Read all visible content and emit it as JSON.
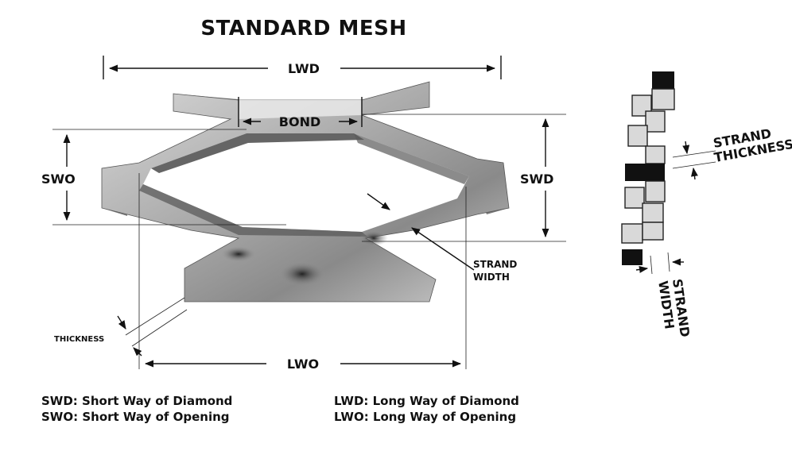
{
  "title": "STANDARD MESH",
  "labels": {
    "lwd": "LWD",
    "bond": "BOND",
    "swo": "SWO",
    "swd": "SWD",
    "lwo": "LWO",
    "strand_width_line1": "STRAND",
    "strand_width_line2": "WIDTH",
    "thickness": "THICKNESS"
  },
  "side_view": {
    "strand_thickness_line1": "STRAND",
    "strand_thickness_line2": "THICKNESS",
    "strand_width_line1": "STRAND",
    "strand_width_line2": "WIDTH"
  },
  "legend": [
    {
      "abbr": "SWD:",
      "text": "Short Way of Diamond"
    },
    {
      "abbr": "SWO:",
      "text": "Short Way of Opening"
    },
    {
      "abbr": "LWD:",
      "text": "Long Way of Diamond"
    },
    {
      "abbr": "LWO:",
      "text": "Long Way of Opening"
    }
  ]
}
